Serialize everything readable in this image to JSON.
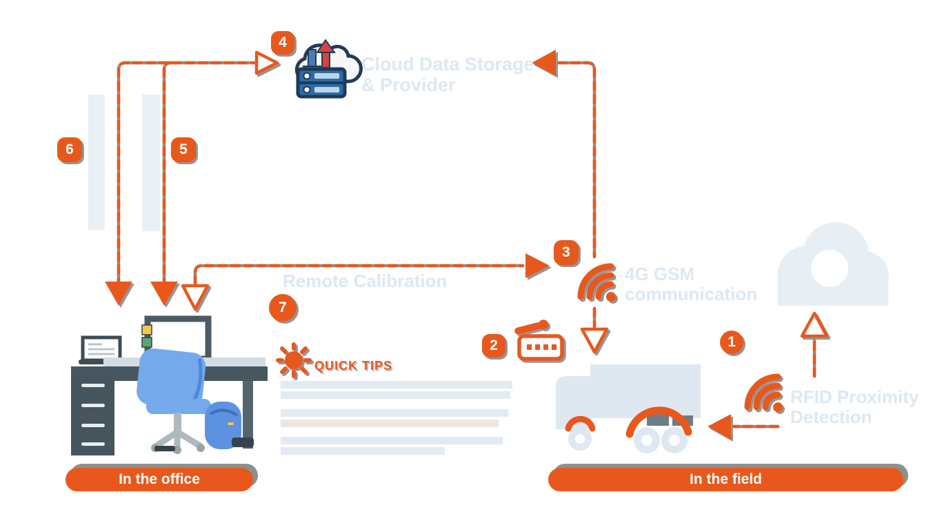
{
  "diagram": {
    "cloud": {
      "title_line1": "Cloud Data Storage",
      "title_line2": "& Provider"
    },
    "steps": {
      "s1": "1",
      "s2": "2",
      "s3": "3",
      "s4": "4",
      "s5": "5",
      "s6": "6",
      "s7": "7"
    },
    "labels": {
      "remote_calibration": "Remote Calibration",
      "comm_line1": "4G GSM",
      "comm_line2": "communication",
      "proximity_line1": "RFID Proximity",
      "proximity_line2": "Detection",
      "quick_tips": "QUICK TIPS"
    },
    "banners": {
      "office": "In the office",
      "field": "In the field"
    },
    "colors": {
      "accent": "#E8581C",
      "faint_text": "#DDE8F1",
      "shadow_gray": "#8F8F8F",
      "illustration_faint": "#DFE8F0"
    },
    "icons": {
      "cloud_server": "cloud-server-icon",
      "wifi": "wifi-signal-icon",
      "remote_device": "remote-device-icon",
      "bulb": "quick-tips-bulb-icon"
    }
  }
}
